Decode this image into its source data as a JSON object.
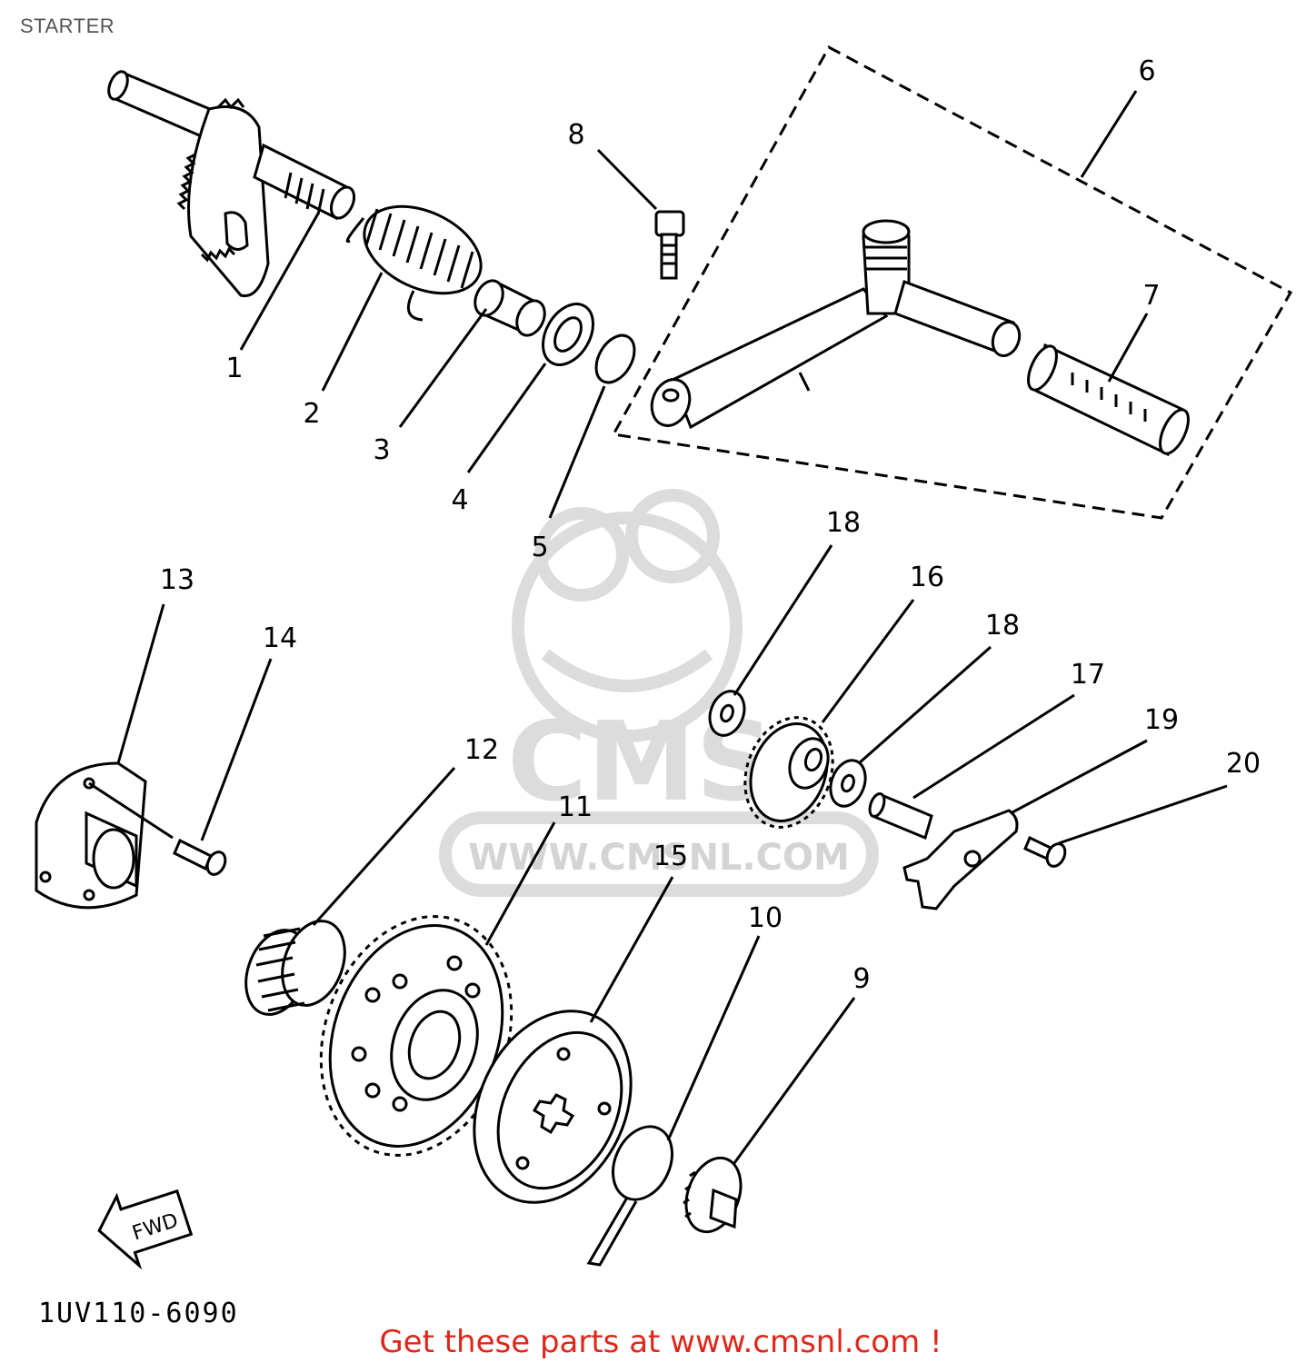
{
  "title": "STARTER",
  "diagram_code": "1UV110-6090",
  "fwd_label": "FWD",
  "promo": "Get these parts at www.cmsnl.com !",
  "watermark": {
    "logo": "CMS",
    "url": "WWW.CMSNL.COM"
  },
  "colors": {
    "promo": "#e0261a",
    "watermark": "#d9d9d9",
    "ink": "#000000"
  },
  "callouts": [
    "1",
    "2",
    "3",
    "4",
    "5",
    "6",
    "7",
    "8",
    "9",
    "10",
    "11",
    "12",
    "13",
    "14",
    "15",
    "16",
    "17",
    "18",
    "18",
    "19",
    "20"
  ]
}
